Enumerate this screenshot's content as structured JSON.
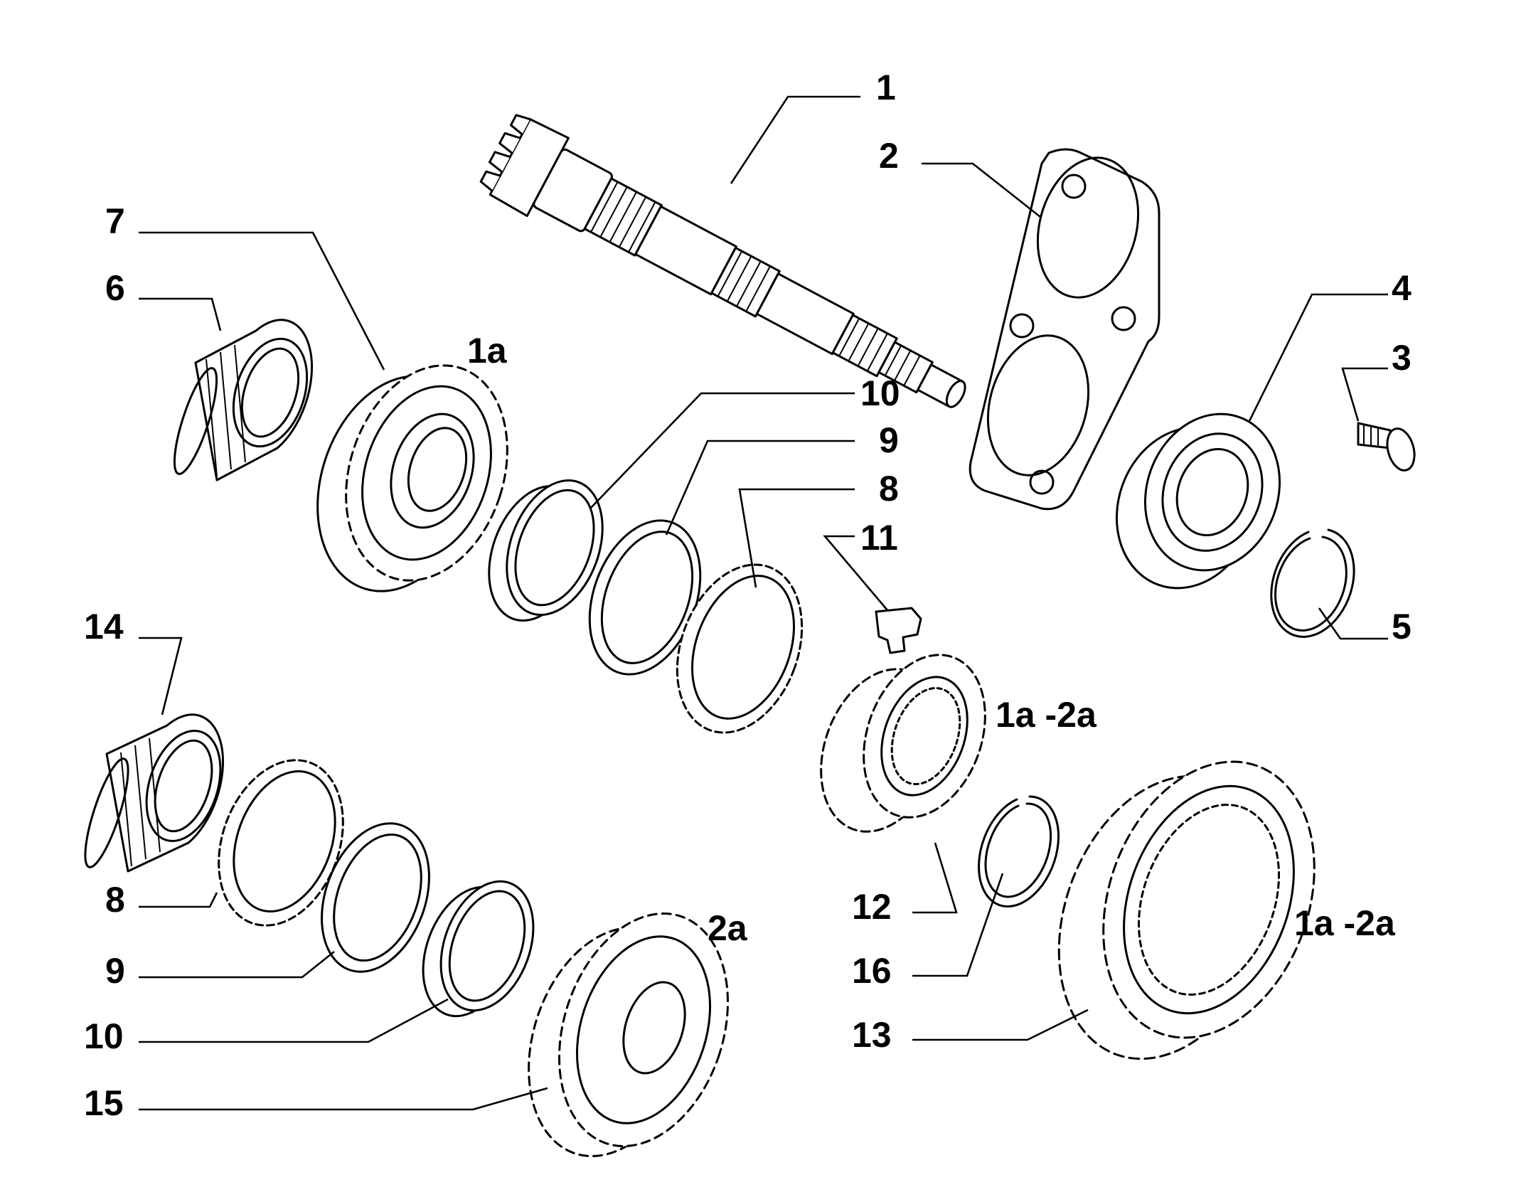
{
  "callouts": {
    "c1": "1",
    "c2": "2",
    "c3": "3",
    "c4": "4",
    "c5": "5",
    "c6": "6",
    "c7": "7",
    "c8_top": "8",
    "c8_bottom": "8",
    "c9_top": "9",
    "c9_bottom": "9",
    "c10_top": "10",
    "c10_bottom": "10",
    "c11": "11",
    "c12": "12",
    "c13": "13",
    "c14": "14",
    "c15": "15",
    "c16": "16"
  },
  "gear_labels": {
    "first_gear": "1a",
    "second_gear": "2a",
    "synchro_hub": "1a -2a",
    "synchro_sleeve": "1a -2a"
  },
  "parts": [
    "shaft",
    "bearing-plate",
    "screw",
    "ball-bearing",
    "snap-ring",
    "needle-bearing",
    "first-gear",
    "synchro-ring",
    "cone-ring",
    "inner-ring",
    "detent-key",
    "synchro-hub",
    "synchro-sleeve",
    "needle-bearing-lower",
    "second-gear",
    "circlip"
  ]
}
